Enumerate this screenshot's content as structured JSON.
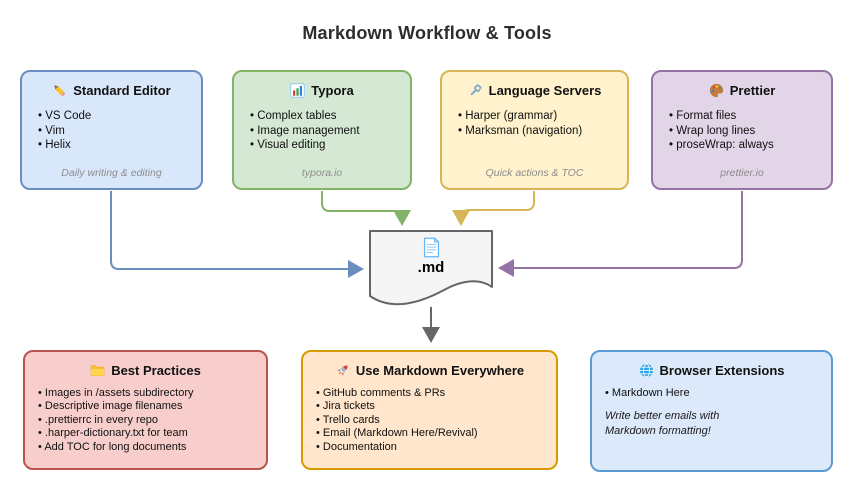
{
  "title": "Markdown Workflow & Tools",
  "nodes": {
    "standard_editor": {
      "title": "Standard Editor",
      "icon": "pencil-icon",
      "items": [
        "VS Code",
        "Vim",
        "Helix"
      ],
      "footer": "Daily writing & editing",
      "fill": "#d9e7fb",
      "stroke": "#6c8ebf"
    },
    "typora": {
      "title": "Typora",
      "icon": "bar-chart-icon",
      "items": [
        "Complex tables",
        "Image management",
        "Visual editing"
      ],
      "footer": "typora.io",
      "fill": "#d5e8d4",
      "stroke": "#82b366"
    },
    "language_servers": {
      "title": "Language Servers",
      "icon": "wrench-icon",
      "items": [
        "Harper (grammar)",
        "Marksman (navigation)"
      ],
      "footer": "Quick actions & TOC",
      "fill": "#fff2cc",
      "stroke": "#d6b656"
    },
    "prettier": {
      "title": "Prettier",
      "icon": "palette-icon",
      "items": [
        "Format files",
        "Wrap long lines",
        "proseWrap: always"
      ],
      "footer": "prettier.io",
      "fill": "#e1d5e7",
      "stroke": "#9673a6"
    },
    "best_practices": {
      "title": "Best Practices",
      "icon": "folder-icon",
      "items": [
        "Images in /assets subdirectory",
        "Descriptive image filenames",
        ".prettierrc in every repo",
        ".harper-dictionary.txt for team",
        "Add TOC for long documents"
      ],
      "fill": "#f8cecc",
      "stroke": "#b85450"
    },
    "use_markdown_everywhere": {
      "title": "Use Markdown Everywhere",
      "icon": "rocket-icon",
      "items": [
        "GitHub comments & PRs",
        "Jira tickets",
        "Trello cards",
        "Email (Markdown Here/Revival)",
        "Documentation"
      ],
      "fill": "#ffe6cc",
      "stroke": "#d79b00"
    },
    "browser_extensions": {
      "title": "Browser Extensions",
      "icon": "globe-icon",
      "items": [
        "Markdown Here"
      ],
      "note": "Write better emails with\nMarkdown formatting!",
      "fill": "#dbe9fa",
      "stroke": "#5b9bd5"
    }
  },
  "document_node": {
    "label": ".md",
    "icon": "page-icon",
    "fill": "#f5f5f5",
    "stroke": "#666666"
  },
  "arrows": [
    {
      "from": "standard-editor",
      "to": "md",
      "color": "#6c8ebf"
    },
    {
      "from": "typora",
      "to": "md",
      "color": "#82b366"
    },
    {
      "from": "language-servers",
      "to": "md",
      "color": "#d6b656"
    },
    {
      "from": "prettier",
      "to": "md",
      "color": "#9673a6"
    },
    {
      "from": "md",
      "to": "use-markdown-everywhere",
      "color": "#666666"
    }
  ],
  "title_color": "#2d2d2d",
  "footer_color": "#8c8c8c"
}
